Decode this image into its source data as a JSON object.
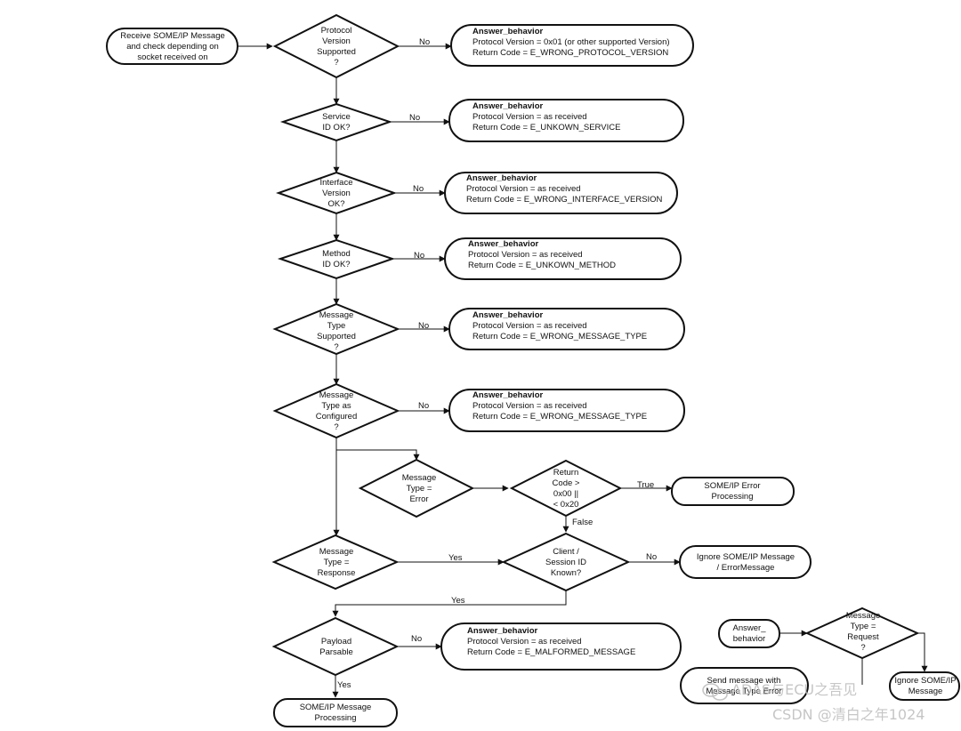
{
  "diagram": {
    "start": [
      "Receive SOME/IP Message",
      "and check depending on",
      "socket received on"
    ],
    "checks": [
      {
        "lines": [
          "Protocol",
          "Version",
          "Supported",
          "?"
        ],
        "edge": "No",
        "answer": {
          "title": "Answer_behavior",
          "line1": "Protocol Version = 0x01 (or other supported Version)",
          "line2": "Return Code = E_WRONG_PROTOCOL_VERSION"
        }
      },
      {
        "lines": [
          "Service",
          "ID OK?"
        ],
        "edge": "No",
        "answer": {
          "title": "Answer_behavior",
          "line1": "Protocol Version = as received",
          "line2": "Return Code = E_UNKOWN_SERVICE"
        }
      },
      {
        "lines": [
          "Interface",
          "Version",
          "OK?"
        ],
        "edge": "No",
        "answer": {
          "title": "Answer_behavior",
          "line1": "Protocol Version = as received",
          "line2": "Return Code = E_WRONG_INTERFACE_VERSION"
        }
      },
      {
        "lines": [
          "Method",
          "ID OK?"
        ],
        "edge": "No",
        "answer": {
          "title": "Answer_behavior",
          "line1": "Protocol Version = as received",
          "line2": "Return Code = E_UNKOWN_METHOD"
        }
      },
      {
        "lines": [
          "Message",
          "Type",
          "Supported",
          "?"
        ],
        "edge": "No",
        "answer": {
          "title": "Answer_behavior",
          "line1": "Protocol Version = as received",
          "line2": "Return Code = E_WRONG_MESSAGE_TYPE"
        }
      },
      {
        "lines": [
          "Message",
          "Type as",
          "Configured",
          "?"
        ],
        "edge": "No",
        "answer": {
          "title": "Answer_behavior",
          "line1": "Protocol Version = as received",
          "line2": "Return Code = E_WRONG_MESSAGE_TYPE"
        }
      }
    ],
    "error_branch": {
      "type_error": [
        "Message",
        "Type =",
        "Error"
      ],
      "return_code": [
        "Return",
        "Code >",
        "0x00 ||",
        "< 0x20"
      ],
      "true_label": "True",
      "false_label": "False",
      "error_processing": [
        "SOME/IP Error",
        "Processing"
      ]
    },
    "response_branch": {
      "type_response": [
        "Message",
        "Type =",
        "Response"
      ],
      "yes_label": "Yes",
      "client_session": [
        "Client /",
        "Session ID",
        "Known?"
      ],
      "no_label": "No",
      "ignore": [
        "Ignore SOME/IP Message",
        "/ ErrorMessage"
      ],
      "yes_down_label": "Yes"
    },
    "payload": {
      "lines": [
        "Payload",
        "Parsable"
      ],
      "no_label": "No",
      "answer": {
        "title": "Answer_behavior",
        "line1": "Protocol Version = as received",
        "line2": "Return Code = E_MALFORMED_MESSAGE"
      },
      "yes_label": "Yes",
      "processing": [
        "SOME/IP Message",
        "Processing"
      ]
    },
    "request_branch": {
      "answer_behavior": [
        "Answer_",
        "behavior"
      ],
      "type_request": [
        "Message",
        "Type =",
        "Request",
        "?"
      ],
      "send_message": [
        "Send message with",
        "Message Type Error"
      ],
      "ignore": [
        "Ignore SOME/IP",
        "Message"
      ]
    }
  },
  "watermark": {
    "line1": "ADAS与ECU之吾见",
    "line2": "CSDN @清白之年1024"
  }
}
